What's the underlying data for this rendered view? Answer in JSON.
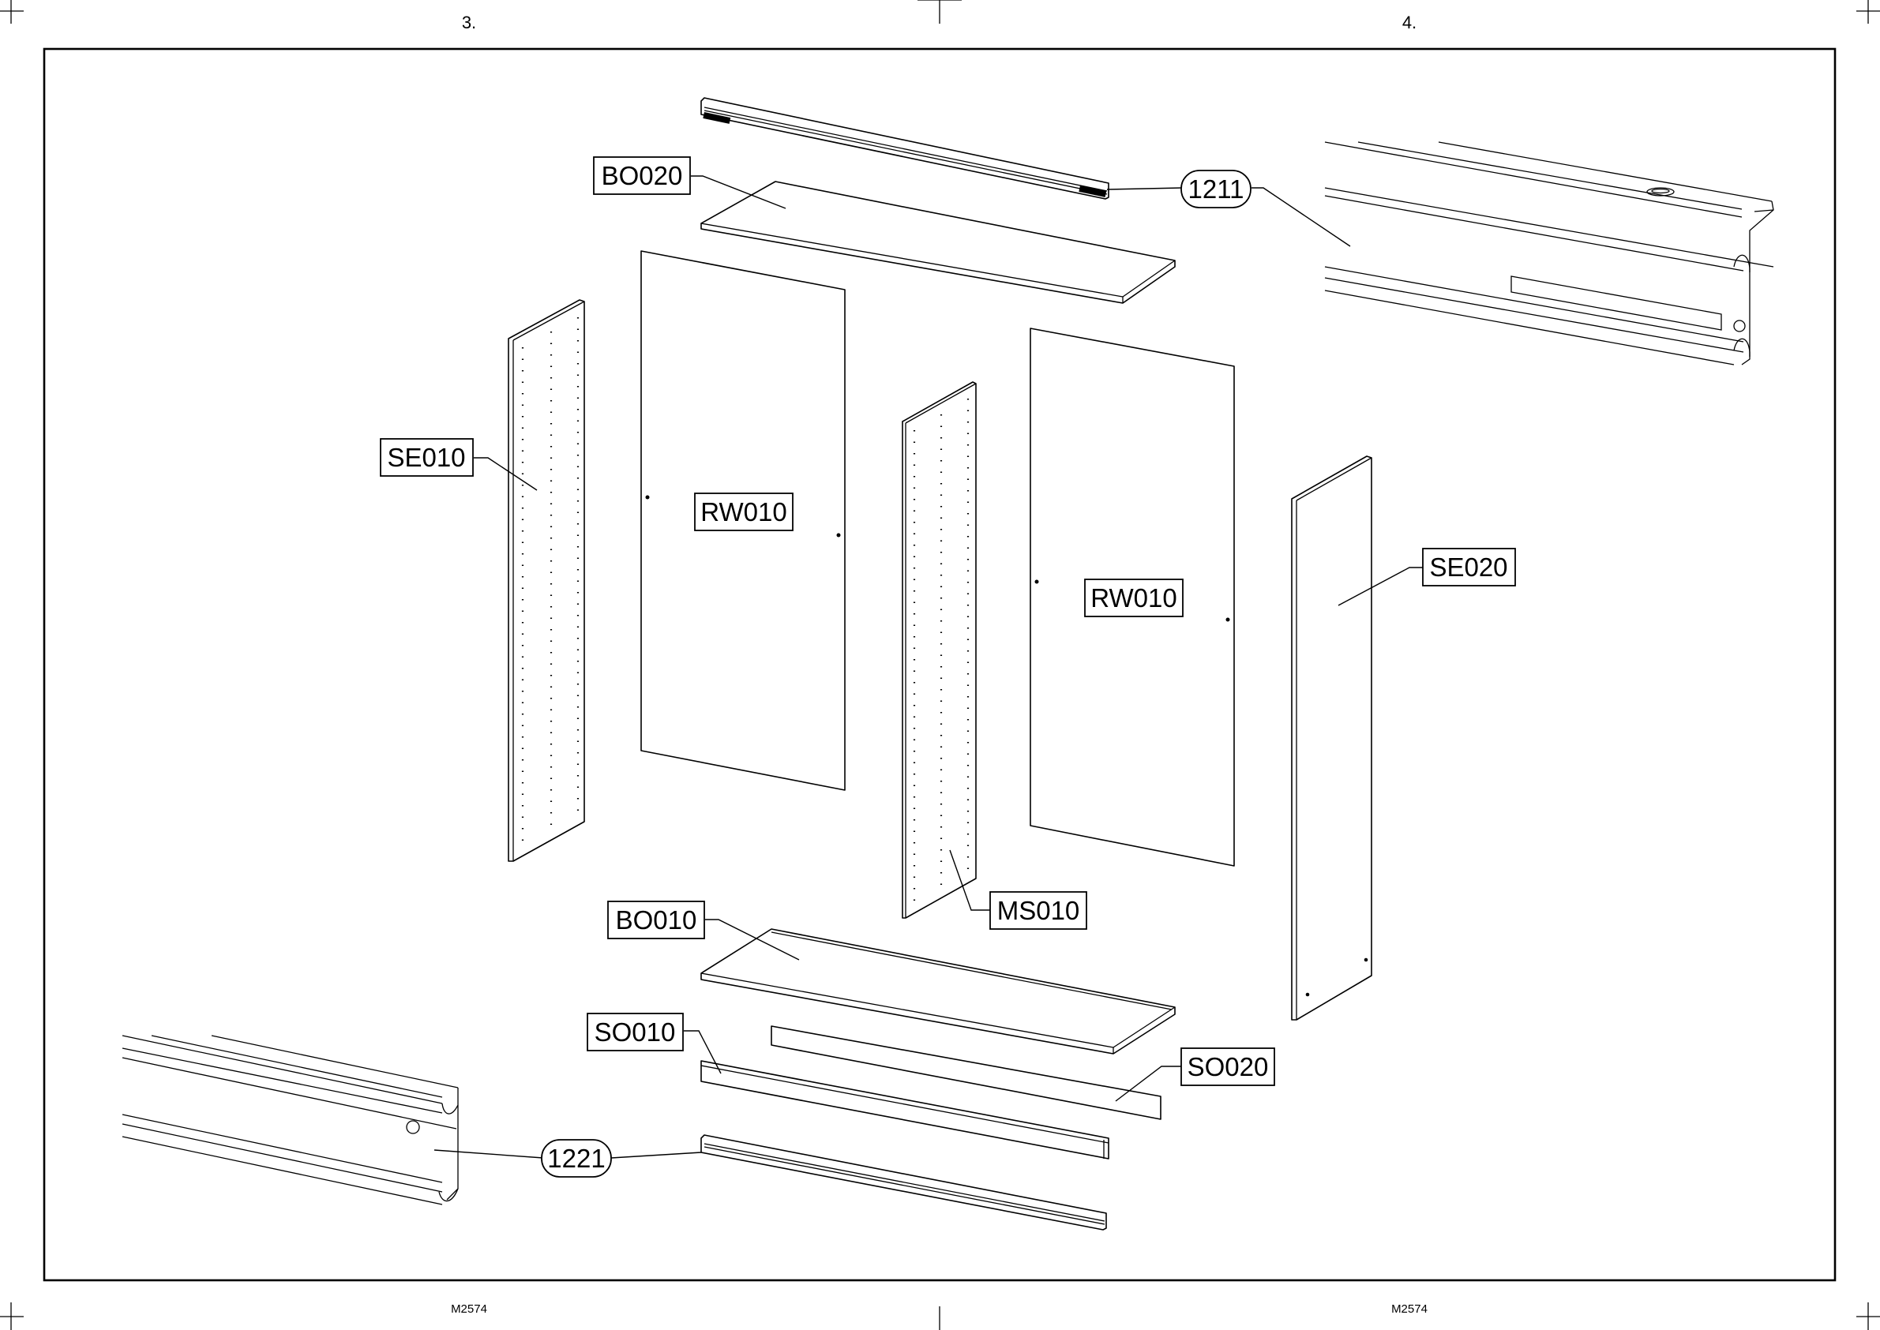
{
  "header": {
    "left_step": "3.",
    "right_step": "4."
  },
  "footer": {
    "left_code": "M2574",
    "right_code": "M2574"
  },
  "labels": {
    "bo020": "BO020",
    "p1211": "1211",
    "se010": "SE010",
    "rw010_left": "RW010",
    "rw010_right": "RW010",
    "se020": "SE020",
    "ms010": "MS010",
    "bo010": "BO010",
    "so010": "SO010",
    "so020": "SO020",
    "p1221": "1221"
  }
}
